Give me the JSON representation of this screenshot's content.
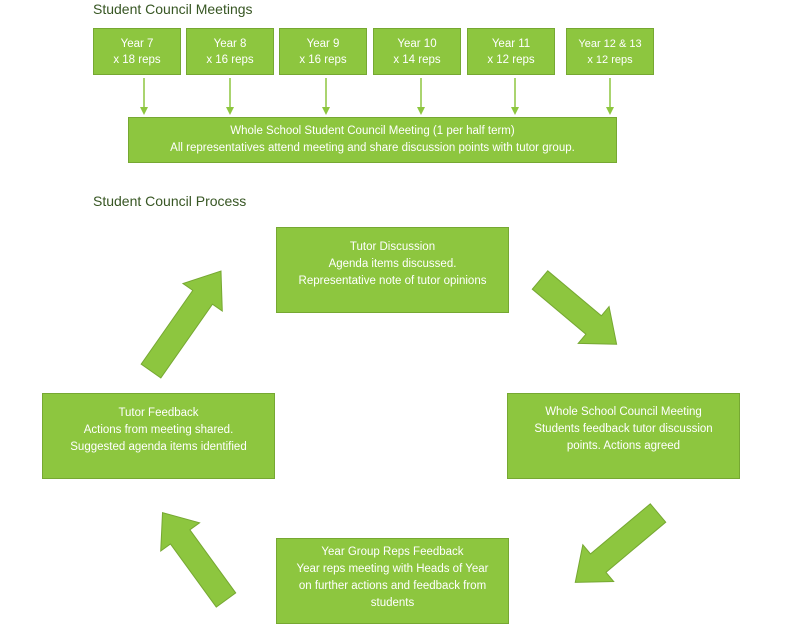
{
  "meetings": {
    "title": "Student Council Meetings",
    "years": [
      {
        "name": "Year 7",
        "reps": "x 18 reps"
      },
      {
        "name": "Year 8",
        "reps": "x 16 reps"
      },
      {
        "name": "Year 9",
        "reps": "x 16 reps"
      },
      {
        "name": "Year 10",
        "reps": "x 14 reps"
      },
      {
        "name": "Year 11",
        "reps": "x 12 reps"
      },
      {
        "name": "Year 12 & 13",
        "reps": "x 12 reps"
      }
    ],
    "whole_school": {
      "line1": "Whole School Student Council Meeting (1 per half term)",
      "line2": "All representatives attend meeting and share discussion points with tutor group."
    }
  },
  "process": {
    "title": "Student Council Process",
    "tutor_discussion": {
      "line1": "Tutor Discussion",
      "line2": "Agenda items discussed.",
      "line3": "Representative note of tutor opinions"
    },
    "whole_school_meeting": {
      "line1": "Whole School Council Meeting",
      "line2": "Students feedback tutor discussion",
      "line3": "points. Actions agreed"
    },
    "year_group_feedback": {
      "line1": "Year Group Reps Feedback",
      "line2": "Year reps meeting with Heads of Year",
      "line3": "on further actions and feedback from",
      "line4": "students"
    },
    "tutor_feedback": {
      "line1": "Tutor Feedback",
      "line2": "Actions from meeting shared.",
      "line3": "Suggested agenda items identified"
    }
  },
  "colors": {
    "box_fill": "#8dc63f",
    "title_text": "#375623",
    "arrow": "#8dc63f"
  }
}
